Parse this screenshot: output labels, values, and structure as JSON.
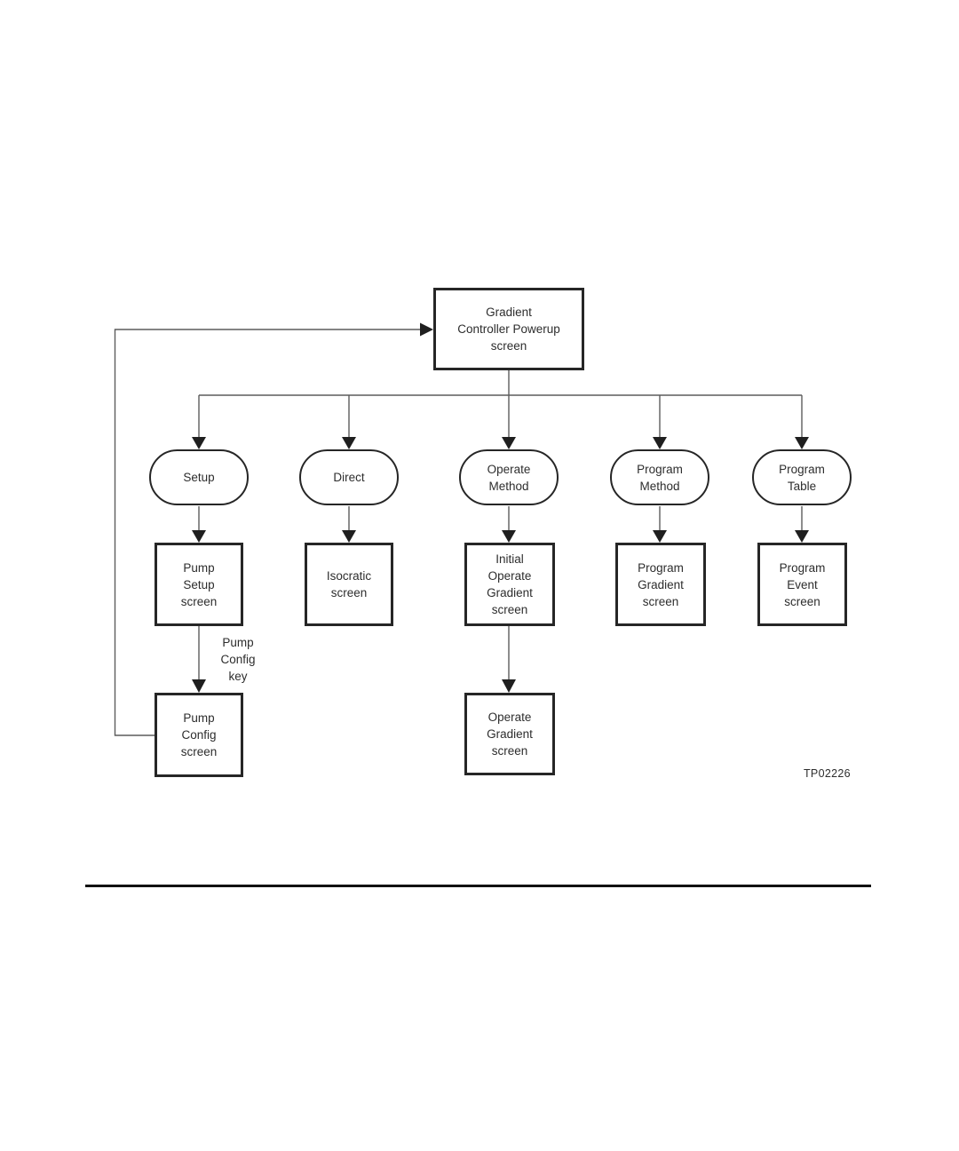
{
  "figure": {
    "id_label": "TP02226"
  },
  "colors": {
    "background": "#ffffff",
    "node_border": "#262626",
    "connector": "#5c5c5c",
    "arrowhead": "#1f1f1f",
    "text": "#2d2d2d",
    "divider": "#111111"
  },
  "nodes": {
    "root": "Gradient\nController Powerup\nscreen",
    "setup": "Setup",
    "direct": "Direct",
    "operate_method": "Operate\nMethod",
    "program_method": "Program\nMethod",
    "program_table": "Program\nTable",
    "pump_setup_screen": "Pump\nSetup\nscreen",
    "isocratic_screen": "Isocratic\nscreen",
    "initial_operate_gradient_screen": "Initial\nOperate\nGradient\nscreen",
    "program_gradient_screen": "Program\nGradient\nscreen",
    "program_event_screen": "Program\nEvent\nscreen",
    "pump_config_screen": "Pump\nConfig\nscreen",
    "operate_gradient_screen": "Operate\nGradient\nscreen"
  },
  "edge_labels": {
    "pump_config_key": "Pump\nConfig\nkey"
  }
}
